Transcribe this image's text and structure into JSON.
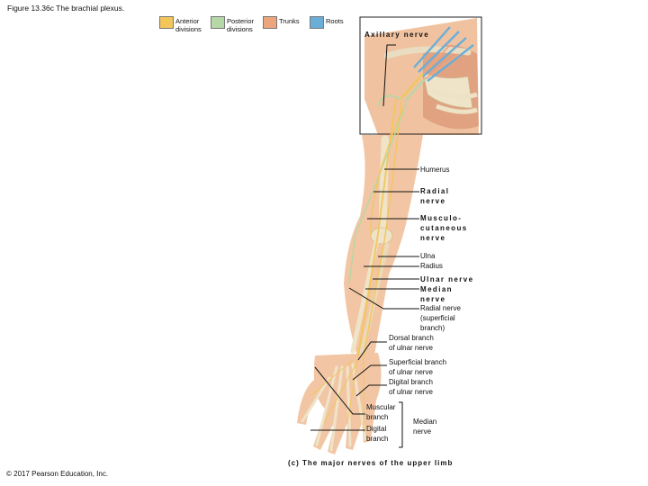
{
  "figure_title": "Figure 13.36c The brachial plexus.",
  "legend": [
    {
      "color": "#f2c65a",
      "lines": [
        "Anterior",
        "divisions"
      ]
    },
    {
      "color": "#b6d7a6",
      "lines": [
        "Posterior",
        "divisions"
      ]
    },
    {
      "color": "#eda57d",
      "lines": [
        "Trunks"
      ]
    },
    {
      "color": "#6aaed8",
      "lines": [
        "Roots"
      ]
    }
  ],
  "inset_label": "Axillary nerve",
  "labels": {
    "humerus": "Humerus",
    "radial_nerve": [
      "Radial",
      "nerve"
    ],
    "musculocutaneous": [
      "Musculo-",
      "cutaneous",
      "nerve"
    ],
    "ulna": "Ulna",
    "radius": "Radius",
    "ulnar_nerve": "Ulnar nerve",
    "median_nerve": [
      "Median",
      "nerve"
    ],
    "radial_superficial": [
      "Radial nerve",
      "(superficial",
      "branch)"
    ],
    "dorsal_branch": [
      "Dorsal branch",
      "of ulnar nerve"
    ],
    "superficial_branch": [
      "Superficial branch",
      "of ulnar nerve"
    ],
    "digital_branch_ulnar": [
      "Digital branch",
      "of ulnar nerve"
    ],
    "muscular_branch": [
      "Muscular",
      "branch"
    ],
    "digital_branch": [
      "Digital",
      "branch"
    ],
    "median_group": [
      "Median",
      "nerve"
    ]
  },
  "caption": "(c) The major nerves of the upper limb",
  "copyright": "© 2017 Pearson Education, Inc."
}
